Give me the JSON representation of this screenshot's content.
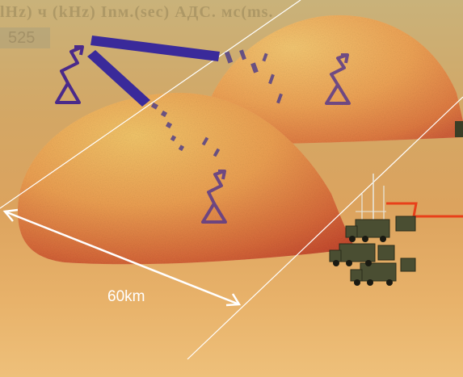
{
  "header": {
    "faded_text": "lHz)   ч  (kHz)   Inм.(sec)   АДС.   мс(ms.",
    "value": "525"
  },
  "distance_label": "60km",
  "colors": {
    "coverage_light": "#f0b25a",
    "coverage_dark": "#c44a2e",
    "radar_icon": "#4a2a8a",
    "link_bar": "#3a2a9a",
    "white_line": "#ffffff",
    "signal_line": "#e8401a"
  },
  "icons": [
    "radar-tower-icon",
    "coverage-dome",
    "radio-link",
    "vehicle-convoy-icon",
    "distance-arrow"
  ]
}
